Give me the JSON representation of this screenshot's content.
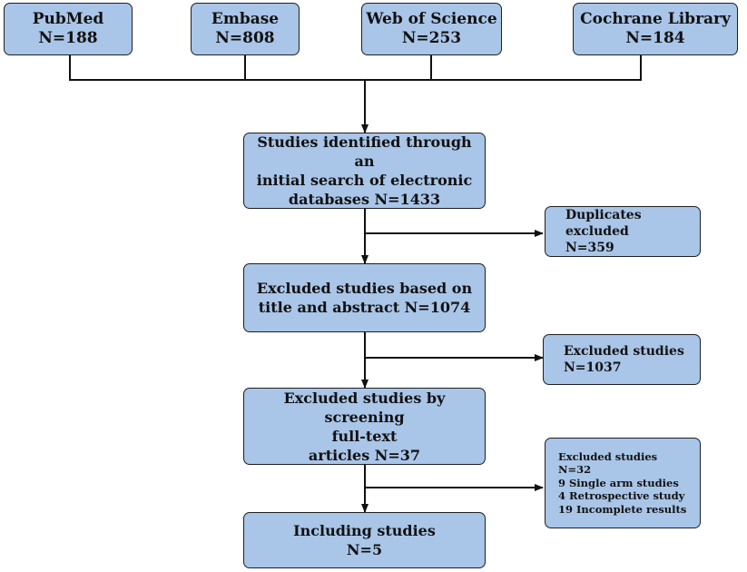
{
  "sources": [
    {
      "name": "PubMed",
      "count": "N=188"
    },
    {
      "name": "Embase",
      "count": "N=808"
    },
    {
      "name": "Web of Science",
      "count": "N=253"
    },
    {
      "name": "Cochrane Library",
      "count": "N=184"
    }
  ],
  "identified": {
    "line1": "Studies identified through an",
    "line2": "initial search of electronic",
    "line3": "databases N=1433"
  },
  "duplicates": {
    "line1": "Duplicates excluded",
    "line2": "N=359"
  },
  "title_abstract": {
    "line1": "Excluded studies based on",
    "line2": "title and abstract N=1074"
  },
  "excluded_1037": {
    "line1": "Excluded studies",
    "line2": "N=1037"
  },
  "full_text": {
    "line1": "Excluded studies by screening",
    "line2": "full-text",
    "line3": "articles N=37"
  },
  "excluded_detail": {
    "line1": "Excluded studies",
    "line2": "N=32",
    "line3": "9 Single arm studies",
    "line4": "4 Retrospective study",
    "line5": "19 Incomplete results"
  },
  "included": {
    "line1": "Including studies",
    "line2": "N=5"
  }
}
